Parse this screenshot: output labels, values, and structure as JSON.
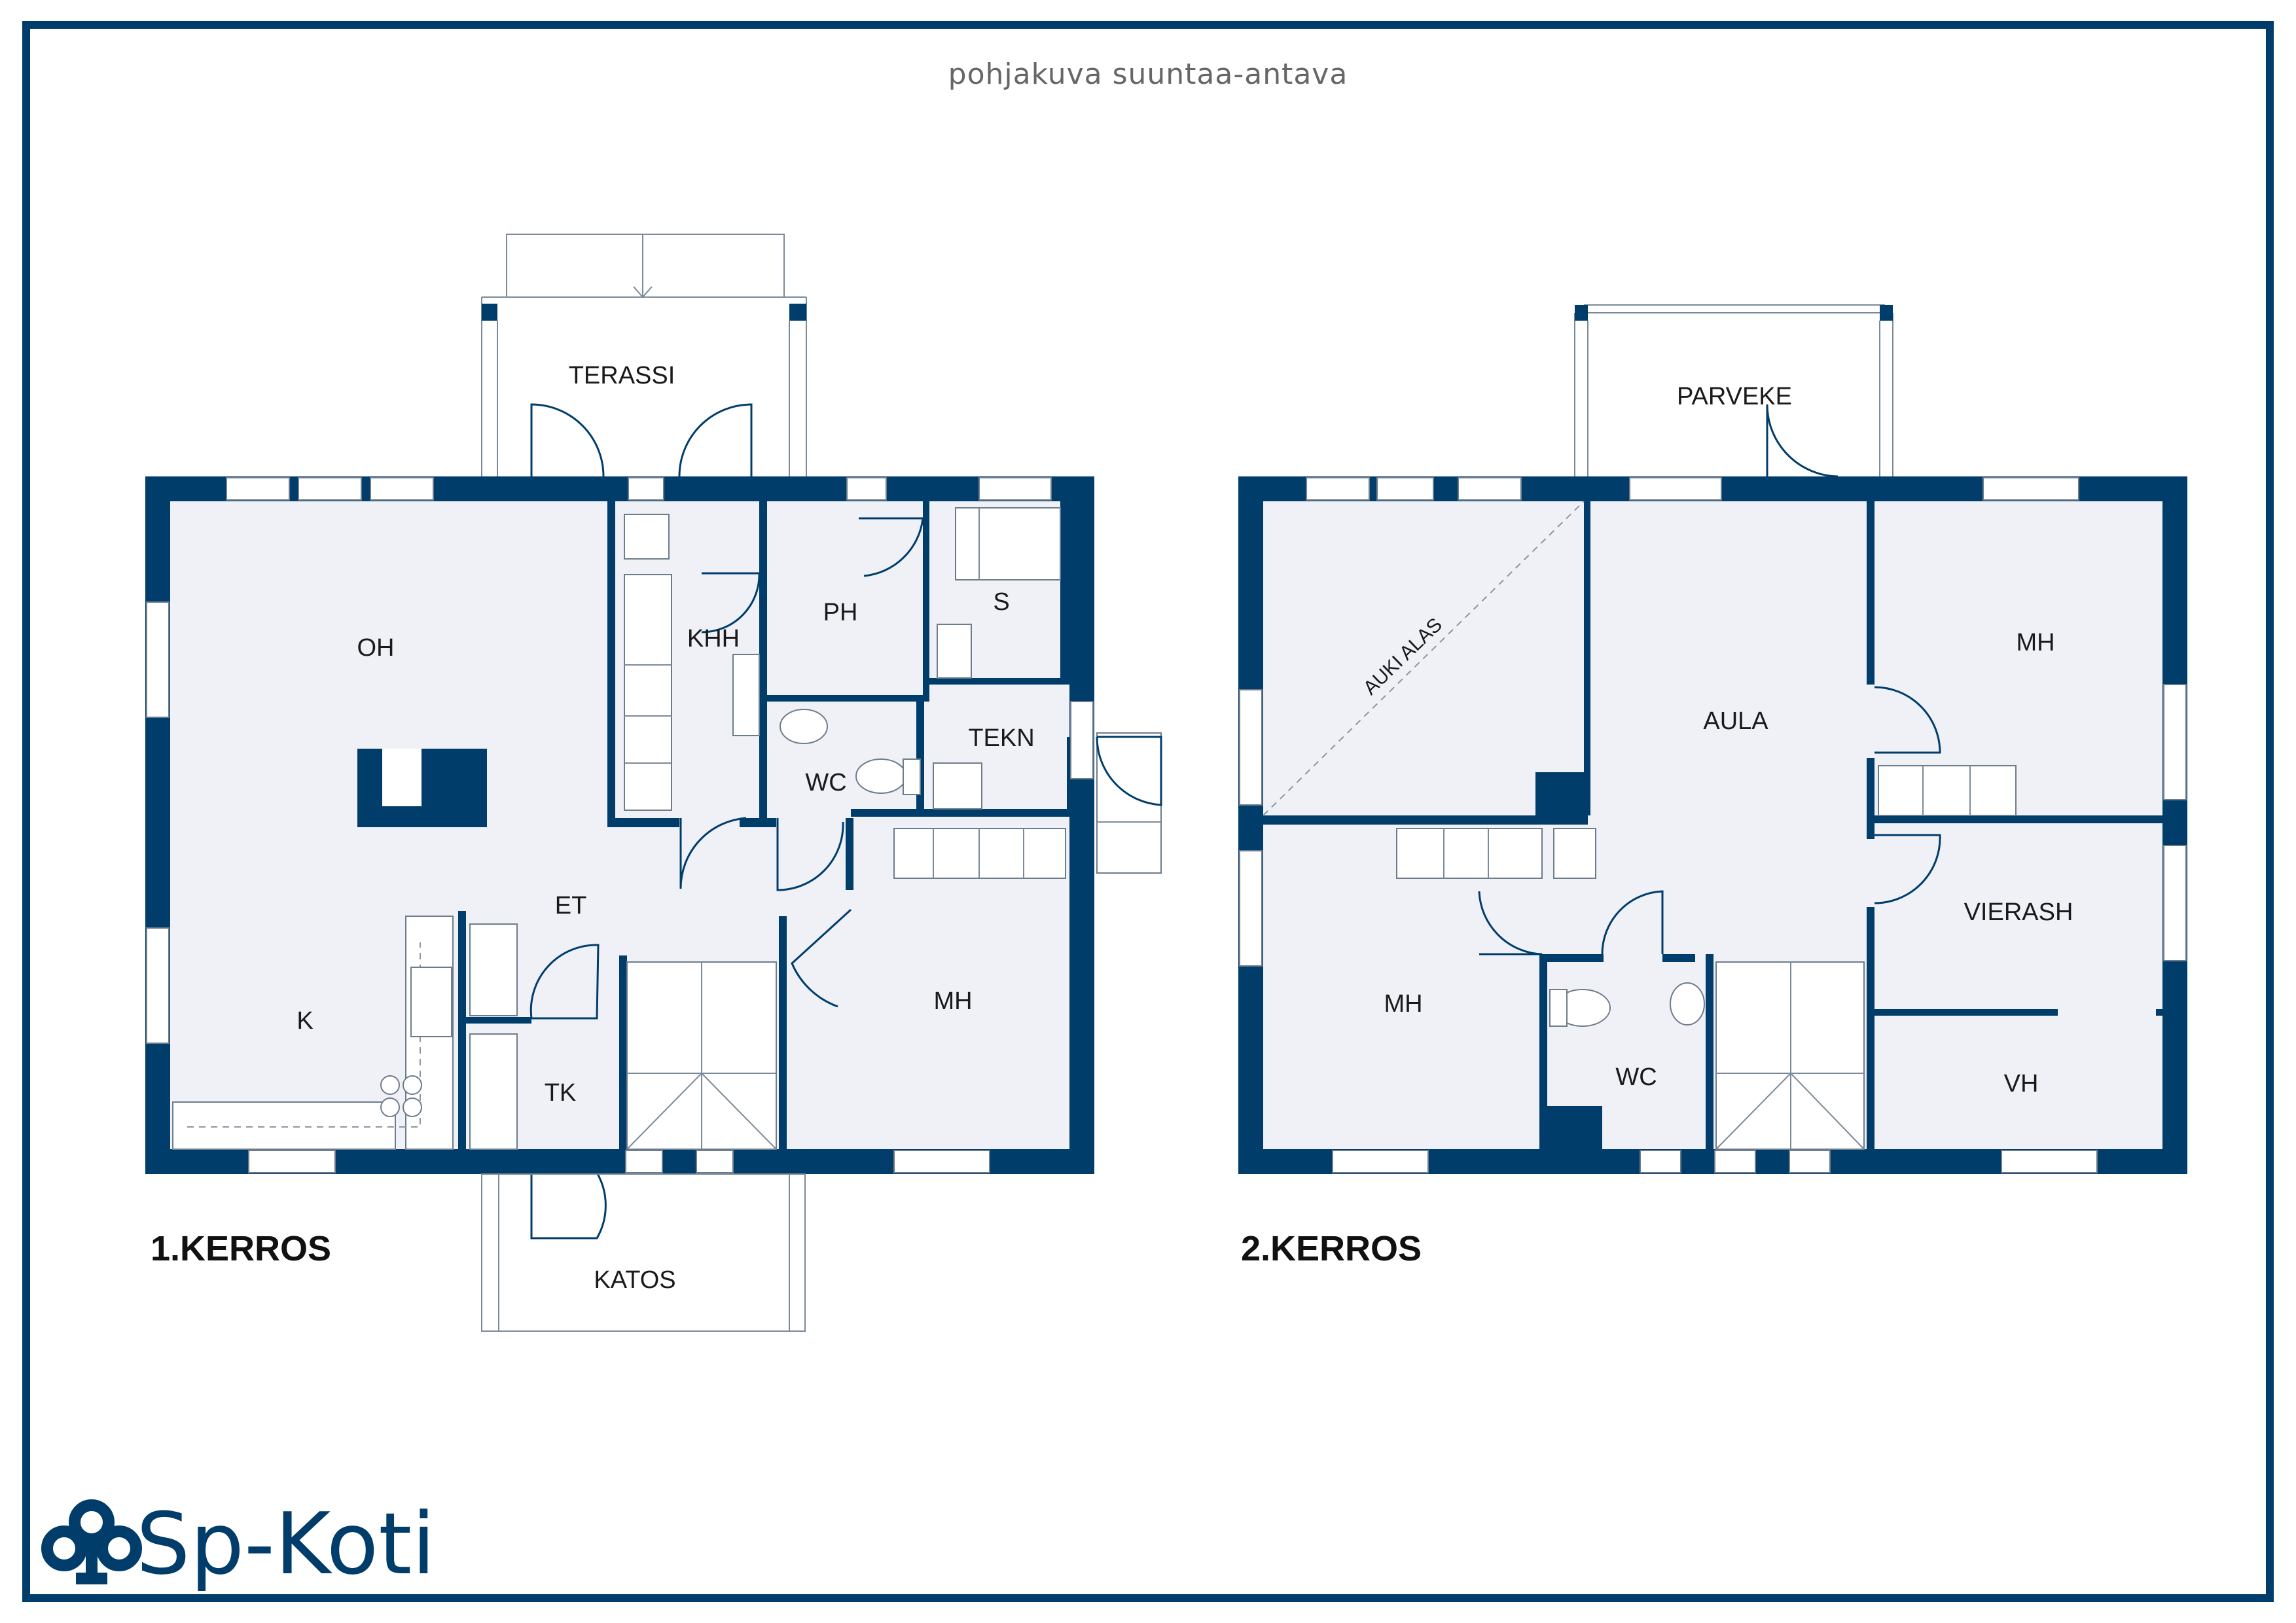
{
  "header": {
    "subtitle": "pohjakuva  suuntaa-antava"
  },
  "floor1": {
    "title": "1.KERROS",
    "rooms": {
      "terassi": "TERASSI",
      "oh": "OH",
      "khh": "KHH",
      "ph": "PH",
      "s": "S",
      "tekn": "TEKN",
      "wc": "WC",
      "et": "ET",
      "k": "K",
      "tk": "TK",
      "mh": "MH",
      "katos": "KATOS"
    }
  },
  "floor2": {
    "title": "2.KERROS",
    "rooms": {
      "parveke": "PARVEKE",
      "auki_alas": "AUKI ALAS",
      "aula": "AULA",
      "mh_upper": "MH",
      "mh_lower": "MH",
      "wc": "WC",
      "vierash": "VIERASH",
      "vh": "VH"
    }
  },
  "brand": {
    "name": "Sp-Koti"
  },
  "colors": {
    "wall": "#003d6b",
    "room_fill": "#eff1f7",
    "frame": "#003d6b"
  }
}
